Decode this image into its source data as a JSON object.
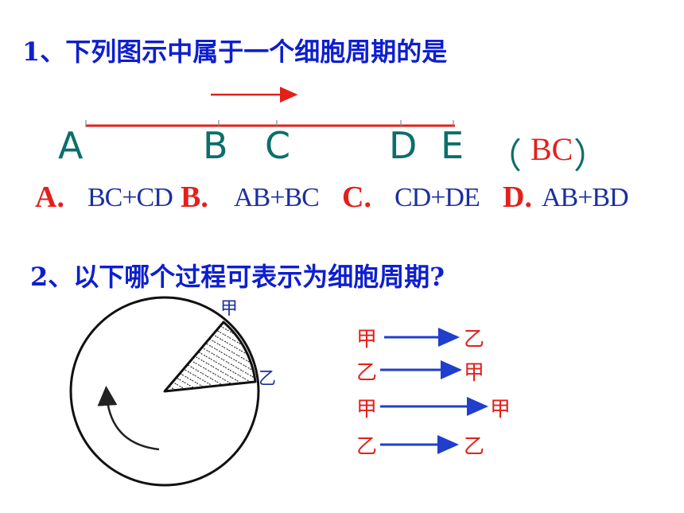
{
  "question1": {
    "title": "1、下列图示中属于一个细胞周期的是",
    "points": [
      "A",
      "B",
      "C",
      "D",
      "E"
    ],
    "paren_open": "（",
    "answer": "BC",
    "paren_close": "）",
    "options": [
      {
        "letter": "A.",
        "value": "BC+CD"
      },
      {
        "letter": "B.",
        "value": "AB+BC"
      },
      {
        "letter": "C.",
        "value": "CD+DE"
      },
      {
        "letter": "D.",
        "value": "AB+BD"
      }
    ]
  },
  "question2": {
    "title": "2、以下哪个过程可表示为细胞周期?",
    "circle_labels": {
      "top": "甲",
      "right": "乙"
    },
    "sequences": [
      {
        "from": "甲",
        "to": "乙"
      },
      {
        "from": "乙",
        "to": "甲"
      },
      {
        "from": "甲",
        "to": "甲"
      },
      {
        "from": "乙",
        "to": "乙"
      }
    ]
  },
  "colors": {
    "title_blue": "#0d1fcf",
    "answer_red": "#e3201b",
    "point_teal": "#0b6f6b",
    "option_blue": "#1b2fa0",
    "arrow_blue": "#1f3fcc"
  }
}
